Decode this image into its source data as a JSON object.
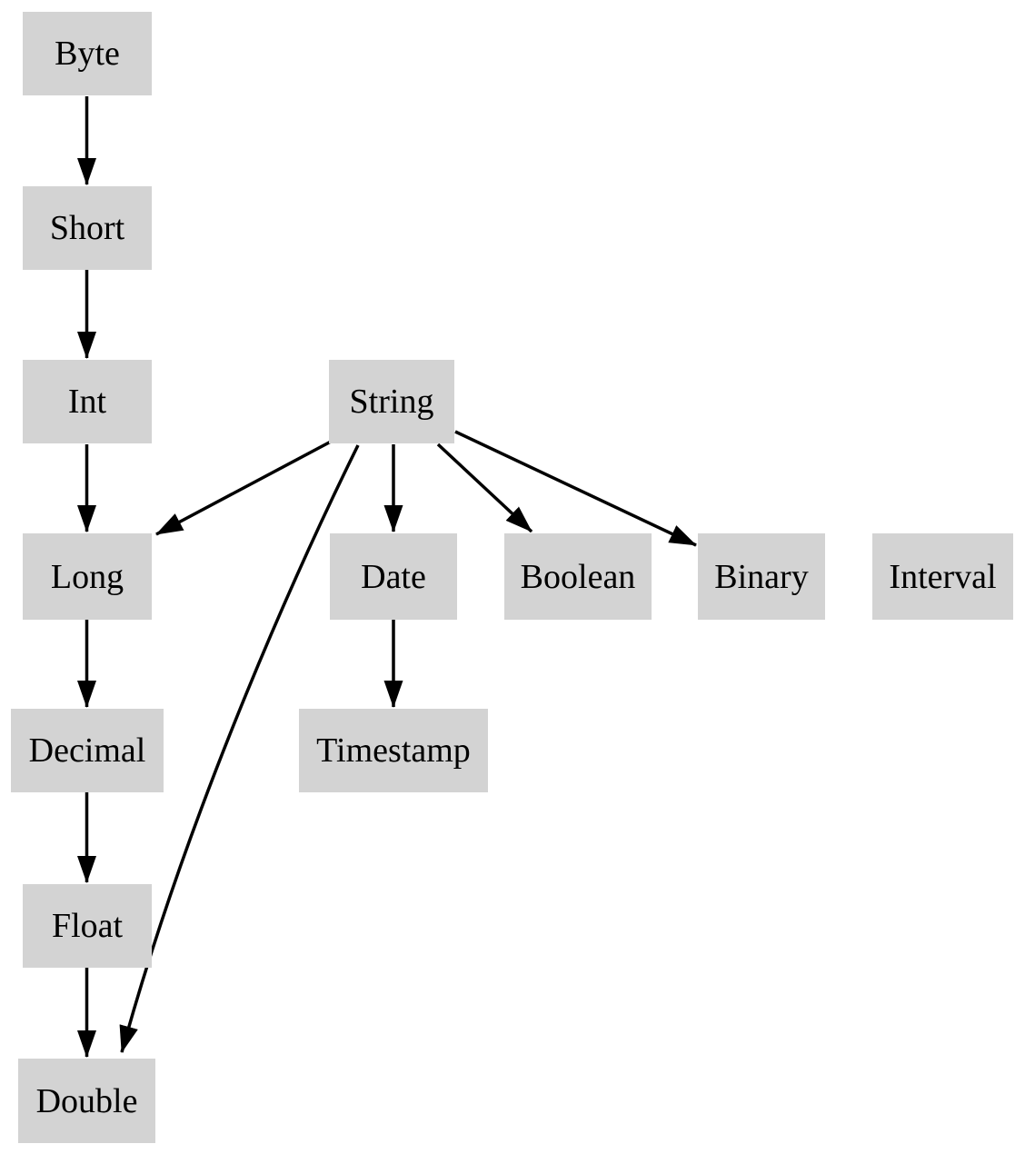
{
  "diagram": {
    "background_color": "#ffffff",
    "node_fill_color": "#d3d3d3",
    "text_color": "#000000",
    "edge_color": "#000000"
  },
  "nodes": {
    "byte": {
      "label": "Byte"
    },
    "short": {
      "label": "Short"
    },
    "int": {
      "label": "Int"
    },
    "string": {
      "label": "String"
    },
    "long": {
      "label": "Long"
    },
    "date": {
      "label": "Date"
    },
    "boolean": {
      "label": "Boolean"
    },
    "binary": {
      "label": "Binary"
    },
    "interval": {
      "label": "Interval"
    },
    "decimal": {
      "label": "Decimal"
    },
    "timestamp": {
      "label": "Timestamp"
    },
    "float": {
      "label": "Float"
    },
    "double": {
      "label": "Double"
    }
  },
  "edges": [
    {
      "from": "Byte",
      "to": "Short"
    },
    {
      "from": "Short",
      "to": "Int"
    },
    {
      "from": "Int",
      "to": "Long"
    },
    {
      "from": "Long",
      "to": "Decimal"
    },
    {
      "from": "Decimal",
      "to": "Float"
    },
    {
      "from": "Float",
      "to": "Double"
    },
    {
      "from": "String",
      "to": "Long"
    },
    {
      "from": "String",
      "to": "Date"
    },
    {
      "from": "String",
      "to": "Boolean"
    },
    {
      "from": "String",
      "to": "Binary"
    },
    {
      "from": "String",
      "to": "Double"
    },
    {
      "from": "Date",
      "to": "Timestamp"
    }
  ]
}
